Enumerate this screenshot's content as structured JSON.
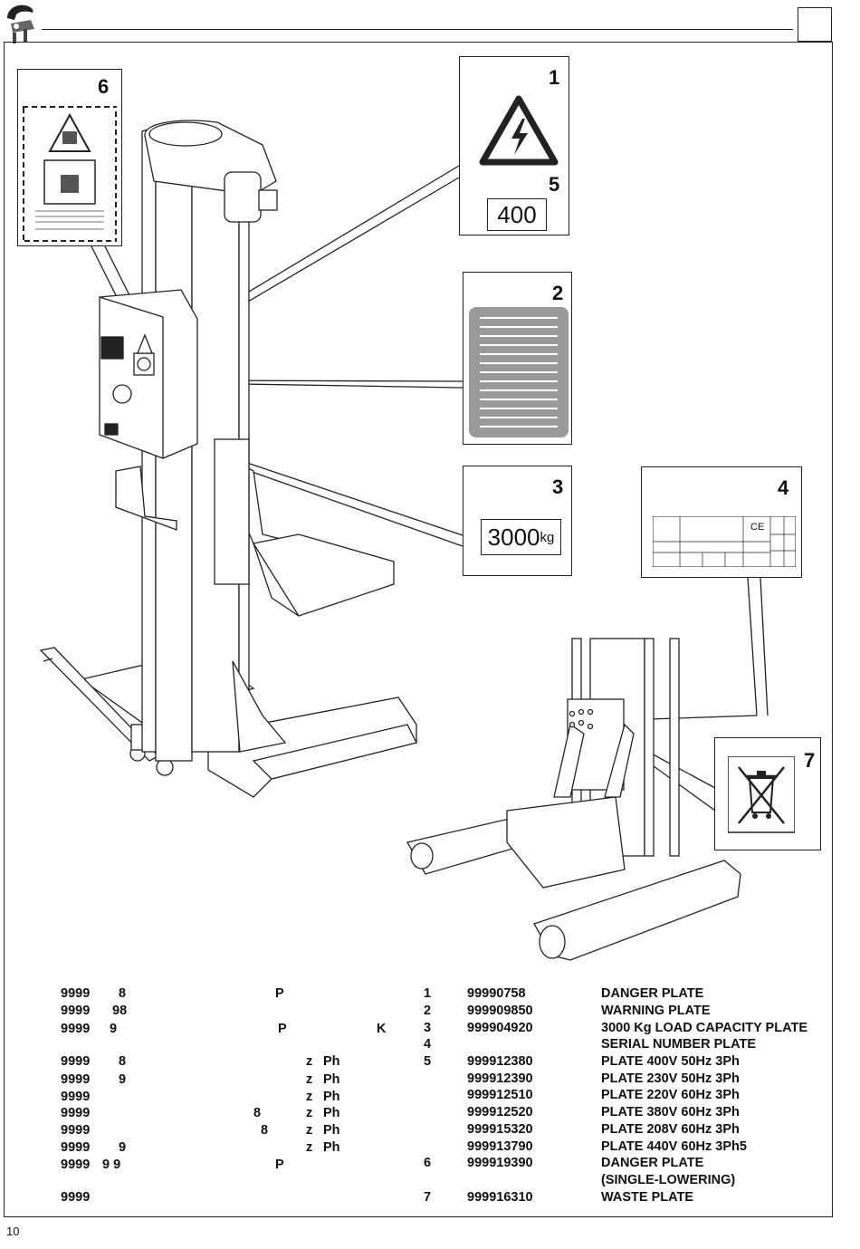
{
  "header": {
    "logo_icon": "brand-logo-icon"
  },
  "figure": {
    "callouts": [
      "1",
      "2",
      "3",
      "4",
      "5",
      "6",
      "7"
    ],
    "plate_voltage_label": "400",
    "plate_capacity_value": "3000",
    "plate_capacity_unit": "kg",
    "serial_plate_mark": "CE"
  },
  "left_codes": [
    [
      "9999",
      "8",
      "P",
      "",
      ""
    ],
    [
      "9999",
      "98",
      "",
      "",
      ""
    ],
    [
      "9999",
      "9",
      "P",
      "K",
      ""
    ],
    [
      "9999",
      "8",
      "z",
      "Ph",
      ""
    ],
    [
      "9999",
      "9",
      "z",
      "Ph",
      ""
    ],
    [
      "9999",
      "",
      "z",
      "Ph",
      ""
    ],
    [
      "9999",
      "8",
      "z",
      "Ph",
      ""
    ],
    [
      "9999",
      "8",
      "z",
      "Ph",
      ""
    ],
    [
      "9999",
      "9",
      "z",
      "Ph",
      ""
    ],
    [
      "9999",
      "9 9",
      "P",
      "",
      ""
    ],
    [
      "9999",
      "",
      "",
      "",
      ""
    ]
  ],
  "parts": [
    {
      "num": "1",
      "code": "99990758",
      "desc": "DANGER PLATE"
    },
    {
      "num": "2",
      "code": "999909850",
      "desc": "WARNING PLATE"
    },
    {
      "num": "3",
      "code": "999904920",
      "desc": "3000 Kg LOAD CAPACITY PLATE"
    },
    {
      "num": "4",
      "code": "",
      "desc": "SERIAL NUMBER PLATE"
    },
    {
      "num": "5",
      "code": "999912380",
      "desc": "PLATE 400V 50Hz 3Ph"
    },
    {
      "num": "",
      "code": "999912390",
      "desc": "PLATE 230V 50Hz 3Ph"
    },
    {
      "num": "",
      "code": "999912510",
      "desc": "PLATE 220V 60Hz 3Ph"
    },
    {
      "num": "",
      "code": "999912520",
      "desc": "PLATE 380V 60Hz 3Ph"
    },
    {
      "num": "",
      "code": "999915320",
      "desc": "PLATE 208V 60Hz 3Ph"
    },
    {
      "num": "",
      "code": "999913790",
      "desc": "PLATE 440V 60Hz 3Ph5"
    },
    {
      "num": "6",
      "code": "999919390",
      "desc": "DANGER PLATE"
    },
    {
      "num": "",
      "code": "",
      "desc": "(SINGLE-LOWERING)"
    },
    {
      "num": "7",
      "code": "999916310",
      "desc": "WASTE PLATE"
    }
  ],
  "footer": {
    "page_number": "10"
  }
}
